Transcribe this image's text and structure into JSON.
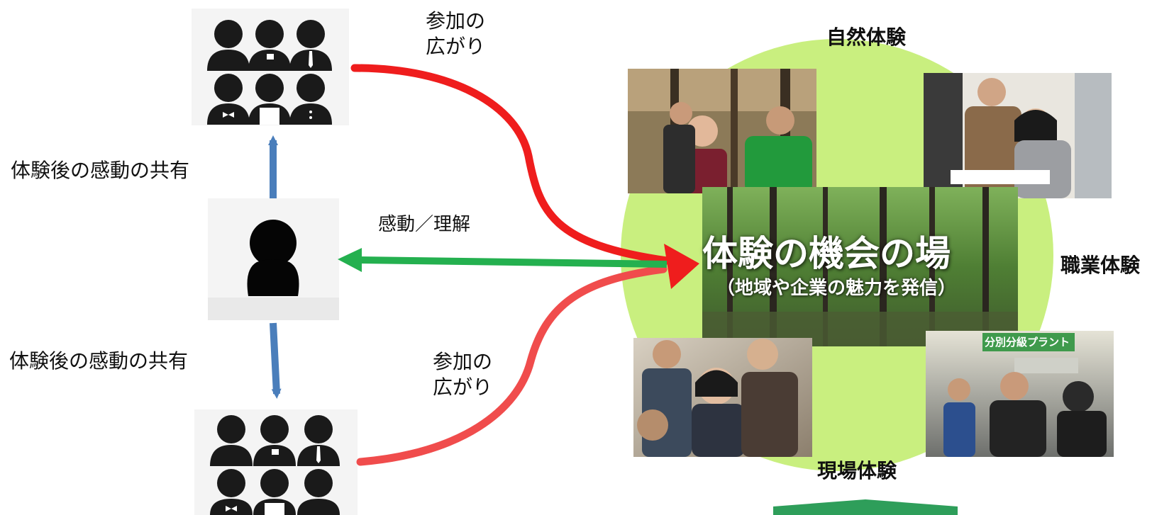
{
  "labels": {
    "share_top": "体験後の感動の共有",
    "share_bottom": "体験後の感動の共有",
    "spread_top_line1": "参加の",
    "spread_top_line2": "広がり",
    "spread_bottom_line1": "参加の",
    "spread_bottom_line2": "広がり",
    "emotion": "感動／理解"
  },
  "hub": {
    "title": "体験の機会の場",
    "subtitle": "（地域や企業の魅力を発信）"
  },
  "experiences": {
    "nature": "自然体験",
    "occupation": "職業体験",
    "field": "現場体験"
  },
  "photo_signs": {
    "plant_sign": "分別分級プラント"
  },
  "icons": {
    "person": "person-icon",
    "group": "people-group-icon"
  },
  "colors": {
    "circle": "#c9ef7f",
    "share_arrow": "#4a7ebb",
    "spread_arrow_top": "#ef1d1d",
    "spread_arrow_bottom": "#f04c4c",
    "emotion_arrow": "#24b04f",
    "bottom_arrow": "#2e9e5a"
  }
}
